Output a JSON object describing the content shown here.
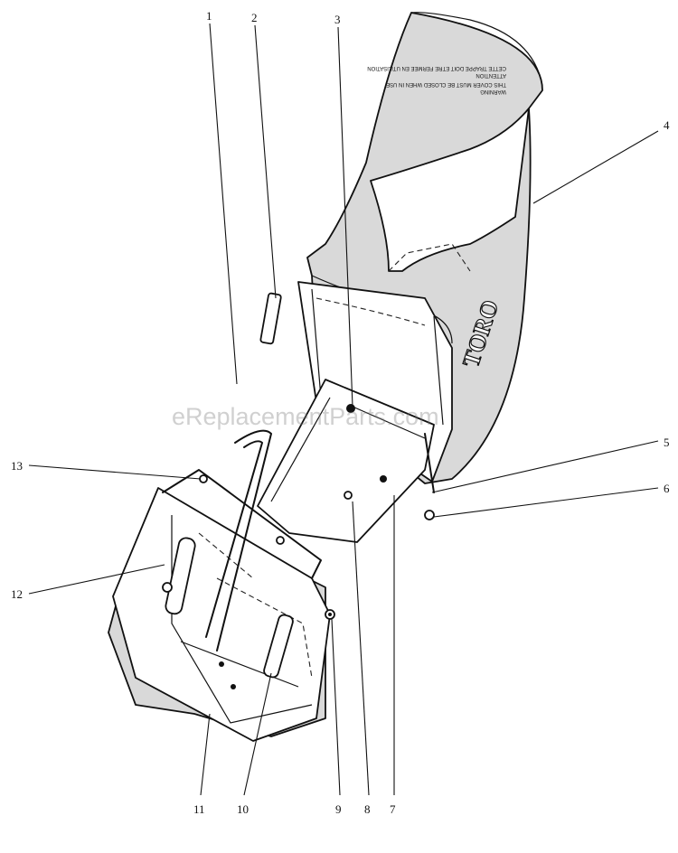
{
  "diagram": {
    "brand_text": "TORO",
    "warning_label": {
      "line1": "WARNING",
      "line2": "THIS COVER MUST BE CLOSED WHEN IN USE",
      "line3": "ATTENTION",
      "line4": "CETTE TRAPPE DOIT ETRE FERMEE EN UTILISATION"
    },
    "watermark": "eReplacementParts.com",
    "callouts": [
      "1",
      "2",
      "3",
      "4",
      "5",
      "6",
      "7",
      "8",
      "9",
      "10",
      "11",
      "12",
      "13"
    ]
  }
}
